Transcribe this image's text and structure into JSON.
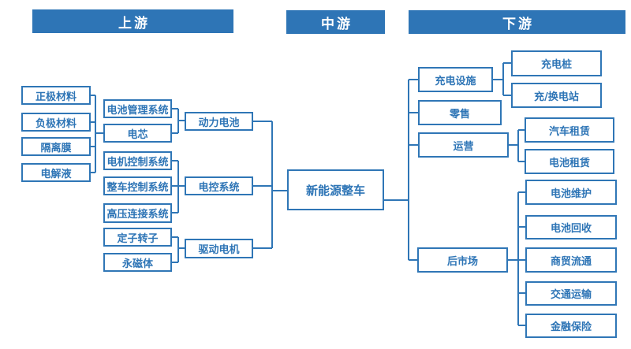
{
  "upstream": {
    "header": "上游",
    "cell_inputs": {
      "cathode": "正极材料",
      "anode": "负极材料",
      "separator": "隔离膜",
      "electrolyte": "电解液"
    },
    "battery_parts": {
      "bms": "电池管理系统",
      "cell": "电芯"
    },
    "control_parts": {
      "motor_control": "电机控制系统",
      "vehicle_control": "整车控制系统",
      "hv_connection": "高压连接系统"
    },
    "motor_parts": {
      "stator_rotor": "定子转子",
      "permanent_magnet": "永磁体"
    },
    "systems": {
      "power_battery": "动力电池",
      "electronic_control": "电控系统",
      "drive_motor": "驱动电机"
    }
  },
  "midstream": {
    "header": "中游",
    "nev": "新能源整车"
  },
  "downstream": {
    "header": "下游",
    "level1": {
      "charging_facilities": "充电设施",
      "retail": "零售",
      "operation": "运营",
      "aftermarket": "后市场"
    },
    "charging_children": {
      "charging_pile": "充电桩",
      "charging_swap_station": "充/换电站"
    },
    "operation_children": {
      "car_rental": "汽车租赁",
      "battery_rental": "电池租赁"
    },
    "aftermarket_children": {
      "battery_maintenance": "电池维护",
      "battery_recycling": "电池回收",
      "commerce_trade": "商贸流通",
      "transportation": "交通运输",
      "finance_insurance": "金融保险"
    }
  },
  "colors": {
    "header_bg": "#2e75b6",
    "header_text": "#ffffff",
    "box_border": "#2f76b6",
    "box_text": "#2e75b6",
    "connector": "#2f76b6",
    "page_bg": "#ffffff"
  }
}
